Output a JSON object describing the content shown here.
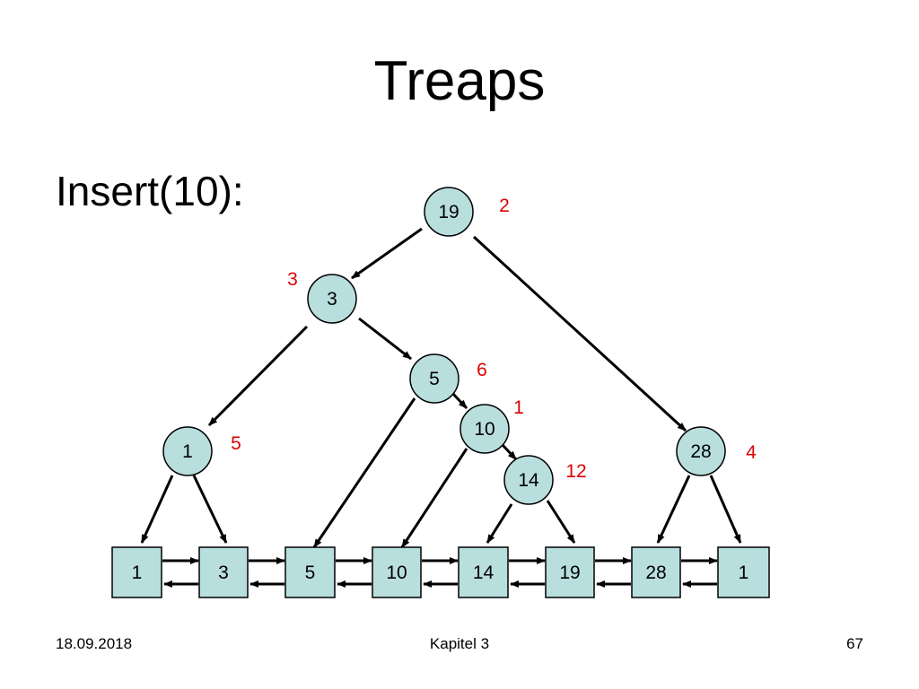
{
  "slide": {
    "title": "Treaps",
    "subtitle": "Insert(10):"
  },
  "colors": {
    "node_fill": "#b9dede",
    "priority_text": "#dd0000",
    "edge": "#000000"
  },
  "tree": {
    "nodes": [
      {
        "key": "19",
        "priority": "2"
      },
      {
        "key": "3",
        "priority": "3"
      },
      {
        "key": "5",
        "priority": "6"
      },
      {
        "key": "10",
        "priority": "1"
      },
      {
        "key": "1",
        "priority": "5"
      },
      {
        "key": "28",
        "priority": "4"
      },
      {
        "key": "14",
        "priority": "12"
      }
    ],
    "leaves": [
      "1",
      "3",
      "5",
      "10",
      "14",
      "19",
      "28",
      "1"
    ],
    "edges": [
      [
        "19",
        "3"
      ],
      [
        "19",
        "28"
      ],
      [
        "3",
        "1"
      ],
      [
        "3",
        "5"
      ],
      [
        "5",
        "10"
      ],
      [
        "5",
        "leaf:5"
      ],
      [
        "10",
        "14"
      ],
      [
        "10",
        "leaf:10"
      ],
      [
        "14",
        "leaf:14"
      ],
      [
        "14",
        "leaf:19"
      ],
      [
        "1",
        "leaf:1"
      ],
      [
        "1",
        "leaf:3"
      ],
      [
        "28",
        "leaf:28"
      ],
      [
        "28",
        "leaf:1b"
      ]
    ]
  },
  "footer": {
    "date": "18.09.2018",
    "chapter": "Kapitel 3",
    "page": "67"
  }
}
